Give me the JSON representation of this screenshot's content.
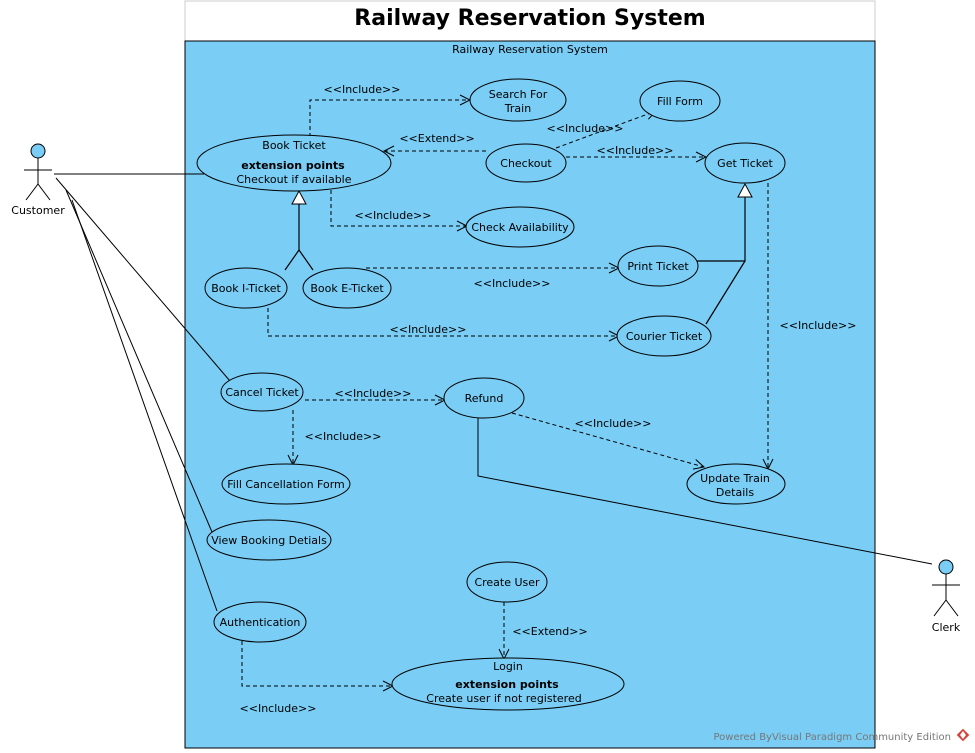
{
  "diagram": {
    "title": "Railway Reservation System",
    "system_label": "Railway Reservation System",
    "footer": "Powered ByVisual Paradigm Community Edition",
    "colors": {
      "system_fill": "#7acdf5",
      "actor_head": "#7acdf5"
    }
  },
  "actors": {
    "customer": "Customer",
    "clerk": "Clerk"
  },
  "use_cases": {
    "book_ticket": {
      "name": "Book Ticket",
      "ext_header": "extension points",
      "ext_point": "Checkout if available"
    },
    "search_train": {
      "line1": "Search For",
      "line2": "Train"
    },
    "checkout": "Checkout",
    "fill_form": "Fill Form",
    "get_ticket": "Get Ticket",
    "check_availability": "Check Availability",
    "book_i_ticket": "Book I-Ticket",
    "book_e_ticket": "Book E-Ticket",
    "print_ticket": "Print Ticket",
    "courier_ticket": "Courier Ticket",
    "cancel_ticket": "Cancel Ticket",
    "refund": "Refund",
    "fill_cancellation": "Fill Cancellation Form",
    "update_train": {
      "line1": "Update Train",
      "line2": "Details"
    },
    "view_booking": "View Booking Detials",
    "create_user": "Create User",
    "authentication": "Authentication",
    "login": {
      "name": "Login",
      "ext_header": "extension points",
      "ext_point": "Create user if not registered"
    }
  },
  "relations": {
    "include": "<<Include>>",
    "extend": "<<Extend>>"
  }
}
